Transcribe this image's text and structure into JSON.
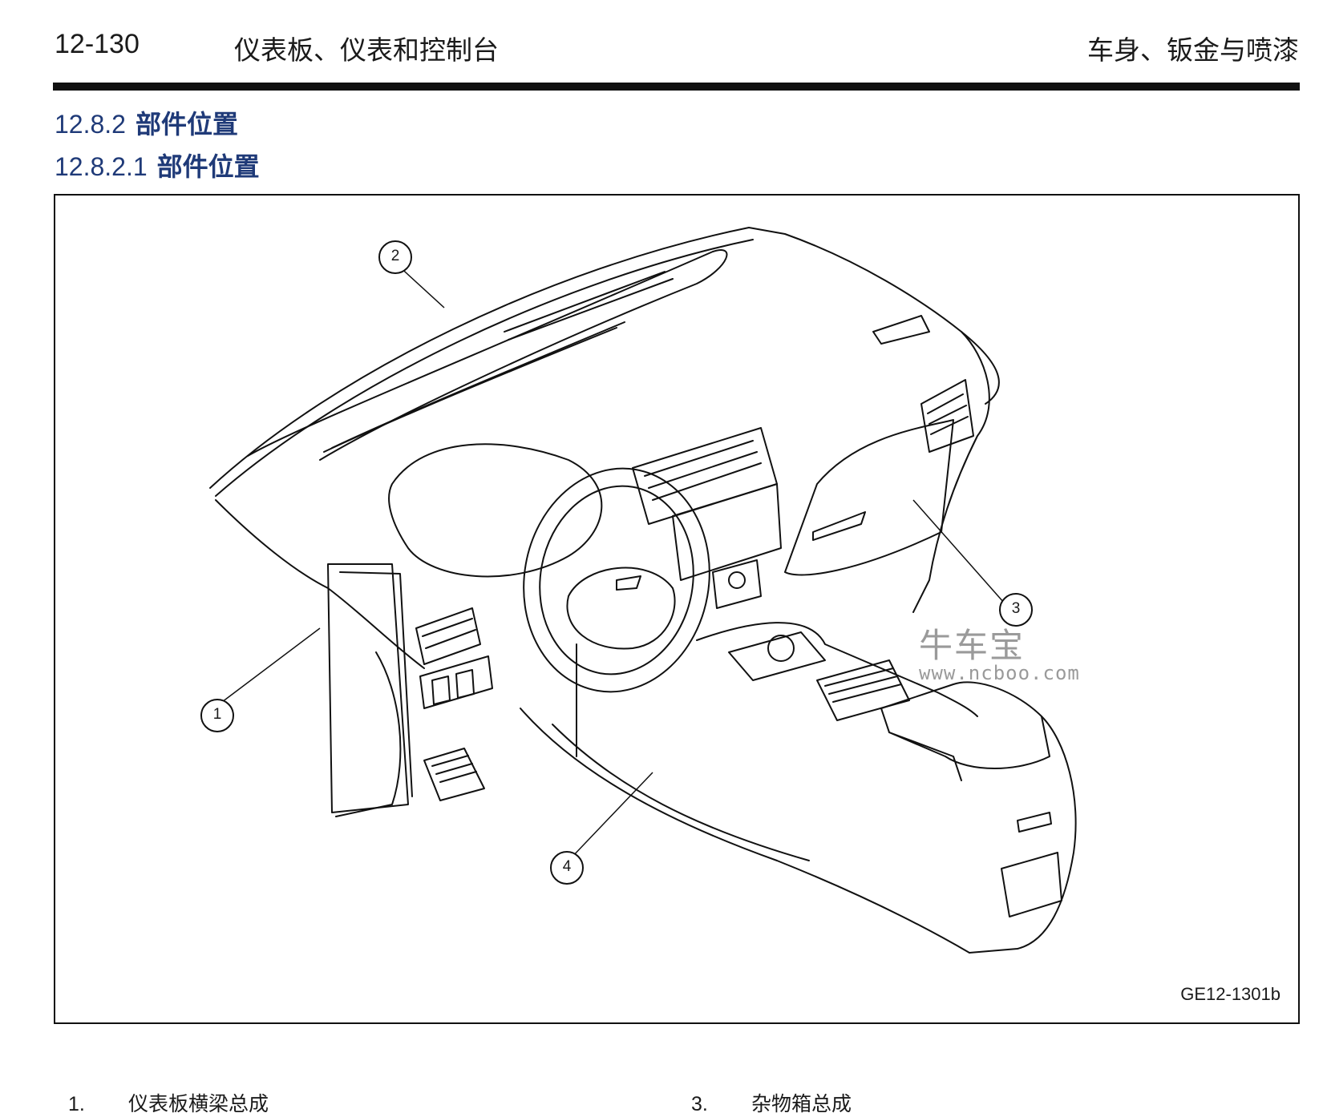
{
  "header": {
    "page_number": "12-130",
    "chapter_title": "仪表板、仪表和控制台",
    "section_title": "车身、钣金与喷漆"
  },
  "headings": {
    "h2": {
      "number": "12.8.2",
      "text": "部件位置"
    },
    "h3": {
      "number": "12.8.2.1",
      "text": "部件位置"
    }
  },
  "figure": {
    "id": "GE12-1301b",
    "callouts": [
      "1",
      "2",
      "3",
      "4"
    ],
    "watermark": {
      "text": "牛车宝",
      "url": "www.ncboo.com"
    }
  },
  "legend": [
    {
      "number": "1.",
      "label": "仪表板横梁总成"
    },
    {
      "number": "3.",
      "label": "杂物箱总成"
    }
  ]
}
